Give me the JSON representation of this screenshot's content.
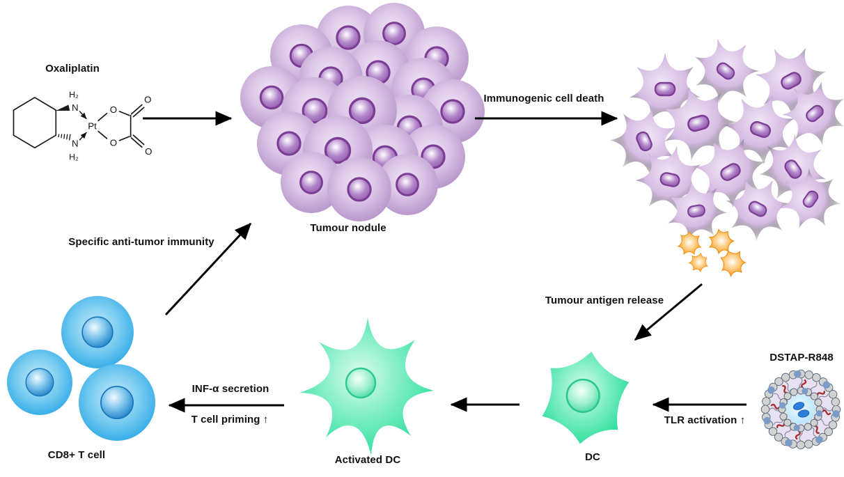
{
  "diagram": {
    "nodes": {
      "oxaliplatin": {
        "label": "Oxaliplatin"
      },
      "tumour_nodule": {
        "label": "Tumour nodule"
      },
      "dstap_r848": {
        "label": "DSTAP-R848"
      },
      "dc": {
        "label": "DC"
      },
      "activated_dc": {
        "label": "Activated DC"
      },
      "cd8_t_cell": {
        "label": "CD8+ T cell"
      }
    },
    "arrows": {
      "immunogenic_cell_death": {
        "label": "Immunogenic cell death"
      },
      "tumour_antigen_release": {
        "label": "Tumour antigen release"
      },
      "tlr_activation": {
        "label": "TLR activation ↑"
      },
      "inf_alpha_secretion": {
        "label": "INF-α secretion"
      },
      "t_cell_priming": {
        "label": "T cell priming ↑"
      },
      "specific_anti_tumor_immunity": {
        "label": "Specific anti-tumor immunity"
      }
    },
    "chemistry": {
      "atoms": {
        "h2": "H₂",
        "n": "N",
        "pt": "Pt",
        "o": "O"
      }
    },
    "colors": {
      "tumour_cell_body": "#c9aad8",
      "tumour_nucleus": "#8c4ba3",
      "dc_green": "#26dd9a",
      "t_cell_blue": "#29a9e8",
      "t_cell_nucleus": "#1b7fc6",
      "antigen_orange": "#f79a14",
      "liposome_core": "#bfe9fb",
      "liposome_cargo": "#2b7fd9",
      "arrow": "#000000"
    }
  }
}
